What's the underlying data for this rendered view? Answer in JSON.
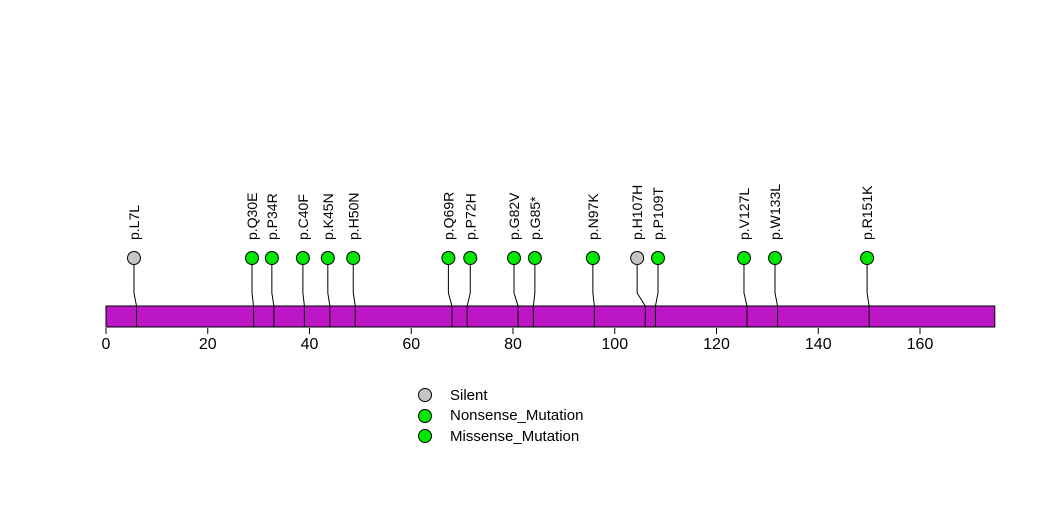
{
  "chart_data": {
    "type": "lollipop",
    "title": "",
    "protein_length_aa": 175,
    "bar_color": "#BC16C6",
    "stem_color": "#000000",
    "axis_ticks": [
      0,
      20,
      40,
      60,
      80,
      100,
      120,
      140,
      160
    ],
    "type_colors": {
      "Silent": "#C6C6C6",
      "Nonsense_Mutation": "#00E800",
      "Missense_Mutation": "#00E800"
    },
    "mutations": [
      {
        "label": "p.L7L",
        "pos": 7,
        "type": "Silent",
        "label_x": 5.5
      },
      {
        "label": "p.Q30E",
        "pos": 30,
        "type": "Missense_Mutation",
        "label_x": 28.7
      },
      {
        "label": "p.P34R",
        "pos": 34,
        "type": "Missense_Mutation",
        "label_x": 32.6
      },
      {
        "label": "p.C40F",
        "pos": 40,
        "type": "Missense_Mutation",
        "label_x": 38.7
      },
      {
        "label": "p.K45N",
        "pos": 45,
        "type": "Missense_Mutation",
        "label_x": 43.6
      },
      {
        "label": "p.H50N",
        "pos": 50,
        "type": "Missense_Mutation",
        "label_x": 48.6
      },
      {
        "label": "p.Q69R",
        "pos": 69,
        "type": "Missense_Mutation",
        "label_x": 67.3
      },
      {
        "label": "p.P72H",
        "pos": 72,
        "type": "Missense_Mutation",
        "label_x": 71.6
      },
      {
        "label": "p.G82V",
        "pos": 82,
        "type": "Missense_Mutation",
        "label_x": 80.2
      },
      {
        "label": "p.G85*",
        "pos": 85,
        "type": "Nonsense_Mutation",
        "label_x": 84.3
      },
      {
        "label": "p.N97K",
        "pos": 97,
        "type": "Missense_Mutation",
        "label_x": 95.7
      },
      {
        "label": "p.H107H",
        "pos": 107,
        "type": "Silent",
        "label_x": 104.4
      },
      {
        "label": "p.P109T",
        "pos": 109,
        "type": "Missense_Mutation",
        "label_x": 108.5
      },
      {
        "label": "p.V127L",
        "pos": 127,
        "type": "Missense_Mutation",
        "label_x": 125.4
      },
      {
        "label": "p.W133L",
        "pos": 133,
        "type": "Missense_Mutation",
        "label_x": 131.5
      },
      {
        "label": "p.R151K",
        "pos": 151,
        "type": "Missense_Mutation",
        "label_x": 149.6
      }
    ],
    "legend": [
      {
        "label": "Silent",
        "type": "Silent"
      },
      {
        "label": "Nonsense_Mutation",
        "type": "Nonsense_Mutation"
      },
      {
        "label": "Missense_Mutation",
        "type": "Missense_Mutation"
      }
    ]
  }
}
